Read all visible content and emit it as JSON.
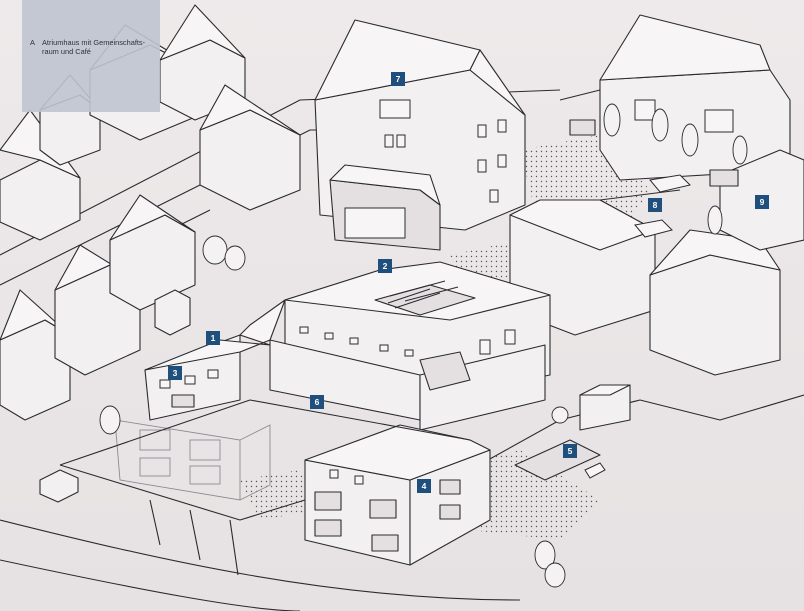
{
  "legend": {
    "key": "A",
    "text": "Atriumhaus mit Gemeinschafts-raum und Café",
    "text_line1": "Atriumhaus mit Gemeinschafts-",
    "text_line2": "raum und Café"
  },
  "markers": [
    {
      "id": "1"
    },
    {
      "id": "2"
    },
    {
      "id": "3"
    },
    {
      "id": "4"
    },
    {
      "id": "5"
    },
    {
      "id": "6"
    },
    {
      "id": "7"
    },
    {
      "id": "8"
    },
    {
      "id": "9"
    }
  ],
  "colors": {
    "marker": "#1f4f7c",
    "legend_panel": "#bfc4d0",
    "paper": "#ece8e9",
    "line": "#2b2b2f"
  }
}
